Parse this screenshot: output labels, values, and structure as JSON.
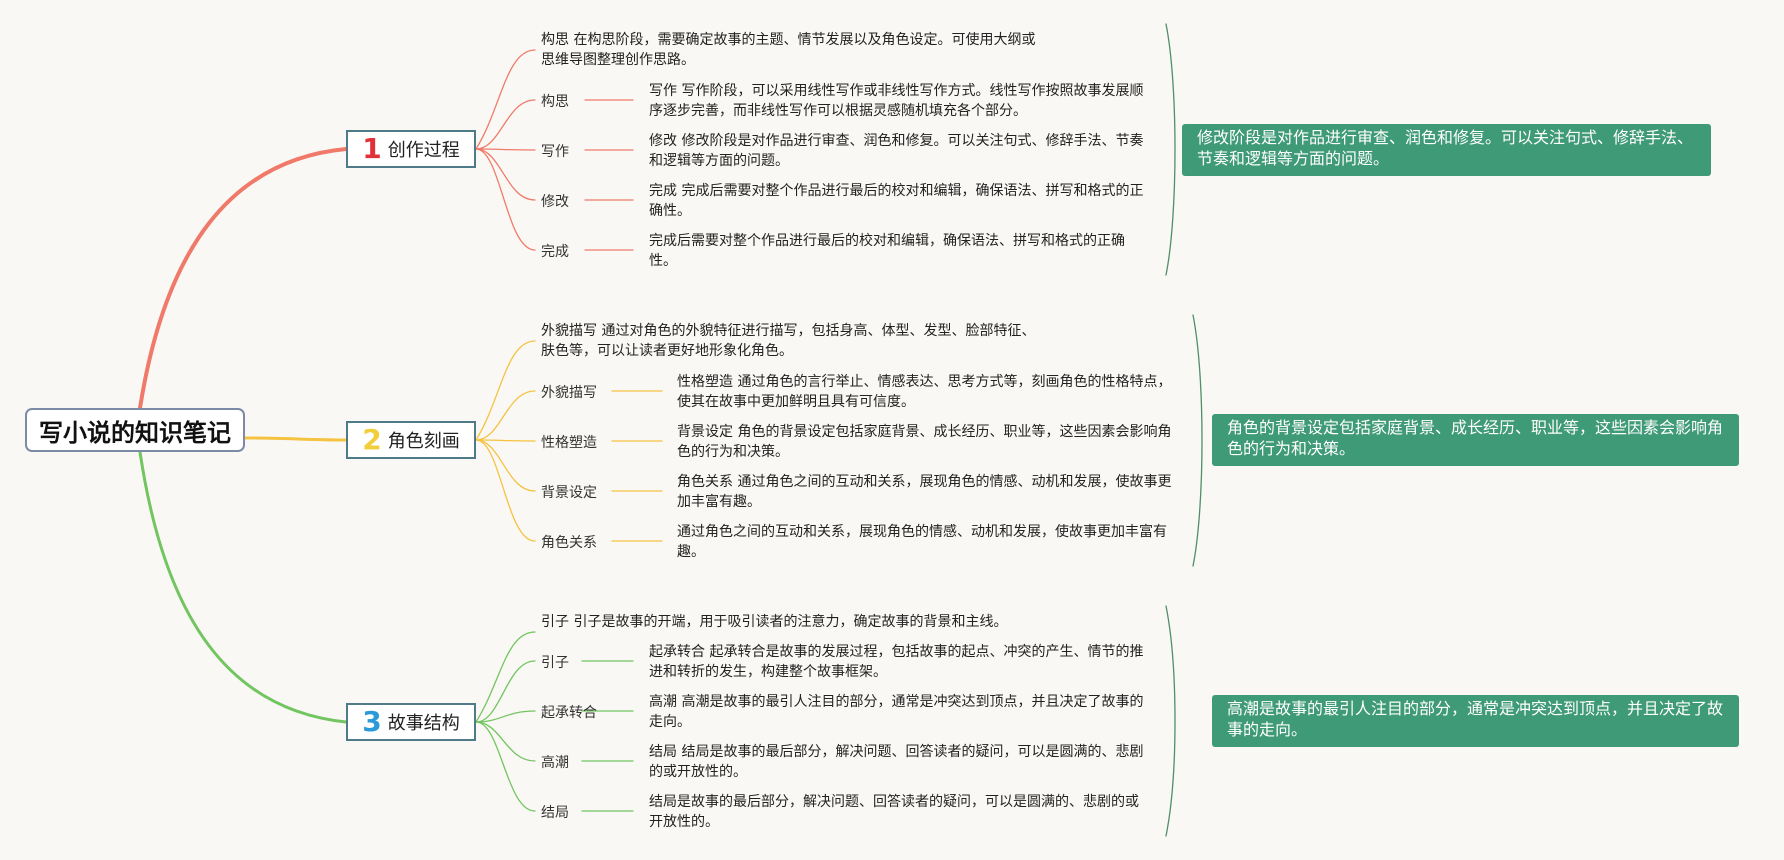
{
  "root": {
    "title": "写小说的知识笔记"
  },
  "branches": [
    {
      "number": "1",
      "title": "创作过程",
      "color": "#f07a6a",
      "intro": "构思 在构思阶段，需要确定故事的主题、情节发展以及角色设定。可使用大纲或思维导图整理创作思路。",
      "items": [
        {
          "label": "构思",
          "text": "写作 写作阶段，可以采用线性写作或非线性写作方式。线性写作按照故事发展顺序逐步完善，而非线性写作可以根据灵感随机填充各个部分。"
        },
        {
          "label": "写作",
          "text": "修改 修改阶段是对作品进行审查、润色和修复。可以关注句式、修辞手法、节奏和逻辑等方面的问题。"
        },
        {
          "label": "修改",
          "text": "完成 完成后需要对整个作品进行最后的校对和编辑，确保语法、拼写和格式的正确性。"
        },
        {
          "label": "完成",
          "text": "完成后需要对整个作品进行最后的校对和编辑，确保语法、拼写和格式的正确性。"
        }
      ],
      "note": "修改阶段是对作品进行审查、润色和修复。可以关注句式、修辞手法、节奏和逻辑等方面的问题。"
    },
    {
      "number": "2",
      "title": "角色刻画",
      "color": "#f5c242",
      "intro": "外貌描写 通过对角色的外貌特征进行描写，包括身高、体型、发型、脸部特征、肤色等，可以让读者更好地形象化角色。",
      "items": [
        {
          "label": "外貌描写",
          "text": "性格塑造 通过角色的言行举止、情感表达、思考方式等，刻画角色的性格特点，使其在故事中更加鲜明且具有可信度。"
        },
        {
          "label": "性格塑造",
          "text": "背景设定 角色的背景设定包括家庭背景、成长经历、职业等，这些因素会影响角色的行为和决策。"
        },
        {
          "label": "背景设定",
          "text": "角色关系 通过角色之间的互动和关系，展现角色的情感、动机和发展，使故事更加丰富有趣。"
        },
        {
          "label": "角色关系",
          "text": "通过角色之间的互动和关系，展现角色的情感、动机和发展，使故事更加丰富有趣。"
        }
      ],
      "note": "角色的背景设定包括家庭背景、成长经历、职业等，这些因素会影响角色的行为和决策。"
    },
    {
      "number": "3",
      "title": "故事结构",
      "color": "#72c561",
      "intro": "引子 引子是故事的开端，用于吸引读者的注意力，确定故事的背景和主线。",
      "items": [
        {
          "label": "引子",
          "text": "起承转合 起承转合是故事的发展过程，包括故事的起点、冲突的产生、情节的推进和转折的发生，构建整个故事框架。"
        },
        {
          "label": "起承转合",
          "text": "高潮 高潮是故事的最引人注目的部分，通常是冲突达到顶点，并且决定了故事的走向。"
        },
        {
          "label": "高潮",
          "text": "结局 结局是故事的最后部分，解决问题、回答读者的疑问，可以是圆满的、悲剧的或开放性的。"
        },
        {
          "label": "结局",
          "text": "结局是故事的最后部分，解决问题、回答读者的疑问，可以是圆满的、悲剧的或开放性的。"
        }
      ],
      "note": "高潮是故事的最引人注目的部分，通常是冲突达到顶点，并且决定了故事的走向。"
    }
  ],
  "note_color": "#3f9a78",
  "number_colors": [
    "#e0303a",
    "#f2cf3a",
    "#2a9ad8"
  ]
}
